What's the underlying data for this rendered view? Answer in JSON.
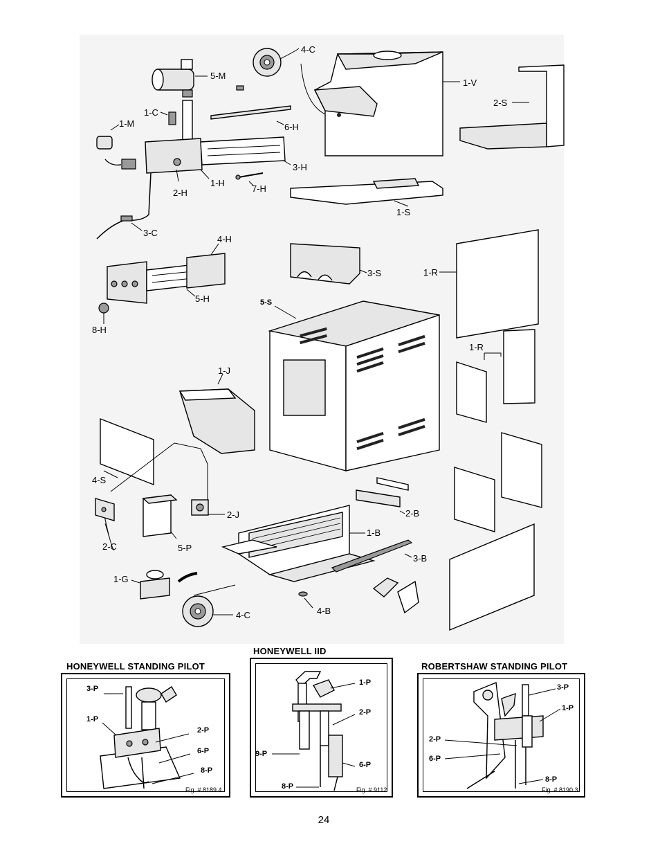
{
  "main_labels": {
    "c4_top": "4-C",
    "v1": "1-V",
    "s2": "2-S",
    "m5": "5-M",
    "c1": "1-C",
    "h6": "6-H",
    "m1": "1-M",
    "h3": "3-H",
    "h2": "2-H",
    "h1": "1-H",
    "h7": "7-H",
    "s1": "1-S",
    "c3": "3-C",
    "h4": "4-H",
    "s3": "3-S",
    "r1": "1-R",
    "h5": "5-H",
    "s5": "5-S",
    "h8": "8-H",
    "r1b": "1-R",
    "j1": "1-J",
    "s4": "4-S",
    "j2": "2-J",
    "b2": "2-B",
    "c2": "2-C",
    "p5": "5-P",
    "b1": "1-B",
    "b3": "3-B",
    "g1": "1-G",
    "c4_bottom": "4-C",
    "b4": "4-B"
  },
  "sections": {
    "honeywell_standing": {
      "title": "HONEYWELL STANDING PILOT",
      "labels": {
        "p3": "3-P",
        "p1": "1-P",
        "p2": "2-P",
        "p6": "6-P",
        "p8": "8-P"
      },
      "fig": "Fig. # 8189.4"
    },
    "honeywell_iid": {
      "title": "HONEYWELL IID",
      "labels": {
        "p1": "1-P",
        "p2": "2-P",
        "p9": "9-P",
        "p6": "6-P",
        "p8": "8-P"
      },
      "fig": "Fig. # 9112"
    },
    "robertshaw_standing": {
      "title": "ROBERTSHAW STANDING PILOT",
      "labels": {
        "p3": "3-P",
        "p1": "1-P",
        "p2": "2-P",
        "p6": "6-P",
        "p8": "8-P"
      },
      "fig": "Fig. # 8190.3"
    }
  },
  "page_number": "24"
}
